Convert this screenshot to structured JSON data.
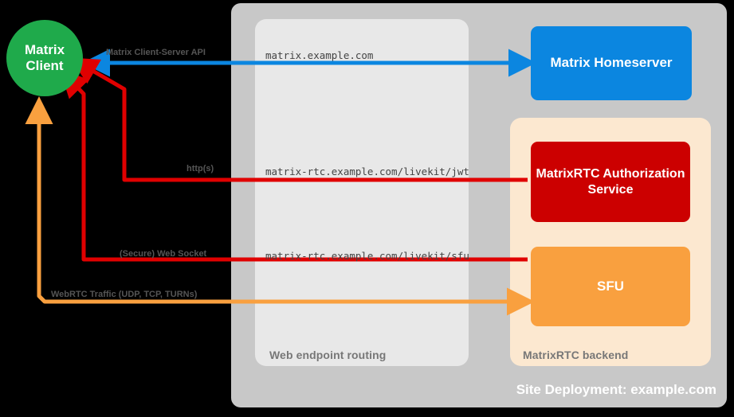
{
  "diagram": {
    "site_caption": "Site Deployment: example.com",
    "zones": {
      "web": {
        "caption": "Web endpoint routing"
      },
      "rtc": {
        "caption": "MatrixRTC backend"
      }
    },
    "nodes": {
      "client": {
        "line1": "Matrix",
        "line2": "Client",
        "color": "#1faa4b"
      },
      "homeserver": {
        "label": "Matrix Homeserver",
        "color": "#0b86e0"
      },
      "auth": {
        "label": "MatrixRTC Authorization Service",
        "color": "#cc0000"
      },
      "sfu": {
        "label": "SFU",
        "color": "#f9a03f"
      }
    },
    "connections": [
      {
        "id": "cs-api",
        "protocol_label": "Matrix Client-Server API",
        "endpoint": "matrix.example.com",
        "color": "#0b86e0",
        "from": "homeserver",
        "to": "client"
      },
      {
        "id": "jwt",
        "protocol_label": "http(s)",
        "endpoint": "matrix-rtc.example.com/livekit/jwt",
        "color": "#e00000",
        "from": "auth",
        "to": "client"
      },
      {
        "id": "sfu-ws",
        "protocol_label": "(Secure) Web Socket",
        "endpoint": "matrix-rtc.example.com/livekit/sfu",
        "color": "#e00000",
        "from": "sfu",
        "to": "client"
      },
      {
        "id": "webrtc",
        "protocol_label": "WebRTC Traffic (UDP, TCP, TURNs)",
        "endpoint": "",
        "color": "#f9a03f",
        "from": "sfu",
        "to": "client"
      }
    ],
    "colors": {
      "background": "#000000",
      "outer_panel": "#c8c8c8",
      "web_panel": "#e8e8e8",
      "rtc_panel": "#fce8d0",
      "label_text": "#555555",
      "url_text": "#444444"
    }
  }
}
